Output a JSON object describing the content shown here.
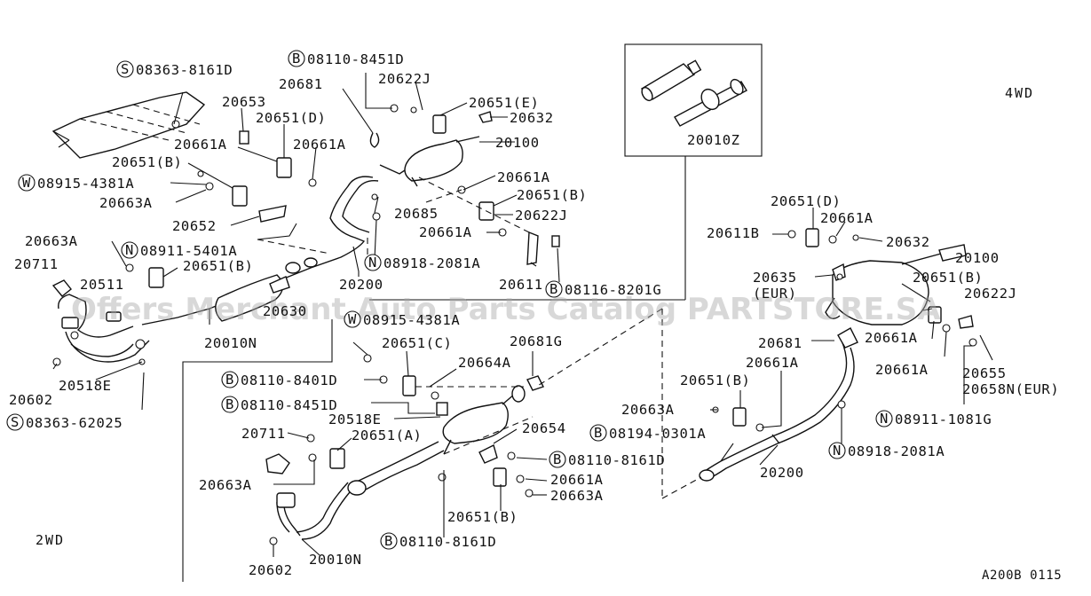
{
  "diagram": {
    "section_4wd": "4WD",
    "section_2wd": "2WD",
    "diagram_code": "A200B 0115",
    "watermark": "Offers Merchant Auto Parts Catalog PARTSTORE.SA",
    "inset_part": "20010Z"
  },
  "labels": {
    "l01": "08363-8161D",
    "l01p": "S",
    "l02": "08110-8451D",
    "l02p": "B",
    "l03": "20622J",
    "l04": "20681",
    "l05": "20653",
    "l06": "20651(E)",
    "l07": "20632",
    "l08": "20651(D)",
    "l09": "20100",
    "l10": "20661A",
    "l11": "20661A",
    "l12": "20651(B)",
    "l13": "08915-4381A",
    "l13p": "W",
    "l14": "20663A",
    "l15": "20661A",
    "l16": "20651(B)",
    "l17": "20622J",
    "l18": "20685",
    "l19": "20652",
    "l20": "20661A",
    "l21": "20663A",
    "l22": "08911-5401A",
    "l22p": "N",
    "l23": "08918-2081A",
    "l23p": "N",
    "l24": "20711",
    "l25": "20651(B)",
    "l26": "20511",
    "l27": "20200",
    "l28": "20611",
    "l29": "08116-8201G",
    "l29p": "B",
    "l30": "20630",
    "l31": "20010N",
    "l32": "08915-4381A",
    "l32p": "W",
    "l33": "20602",
    "l34": "20518E",
    "l35": "08363-62025",
    "l35p": "S",
    "l36": "20651(C)",
    "l37": "20681G",
    "l38": "08110-8401D",
    "l38p": "B",
    "l39": "20664A",
    "l40": "08110-8451D",
    "l40p": "B",
    "l41": "20518E",
    "l42": "20711",
    "l43": "20651(A)",
    "l44": "20654",
    "l45": "08110-8161D",
    "l45p": "B",
    "l46": "20663A",
    "l47": "20661A",
    "l48": "20663A",
    "l49": "20651(B)",
    "l50": "08110-8161D",
    "l50p": "B",
    "l51": "20602",
    "l52": "20010N",
    "l53": "20651(D)",
    "l54": "20661A",
    "l55": "20611B",
    "l56": "20632",
    "l57": "20100",
    "l58": "20635",
    "l59": "(EUR)",
    "l60": "20651(B)",
    "l61": "20622J",
    "l62": "20661A",
    "l63": "20681",
    "l64": "20661A",
    "l65": "20661A",
    "l66": "20655",
    "l67": "20658N(EUR)",
    "l68": "20651(B)",
    "l69": "20663A",
    "l70": "08194-0301A",
    "l70p": "B",
    "l71": "08911-1081G",
    "l71p": "N",
    "l72": "08918-2081A",
    "l72p": "N",
    "l73": "20200"
  }
}
